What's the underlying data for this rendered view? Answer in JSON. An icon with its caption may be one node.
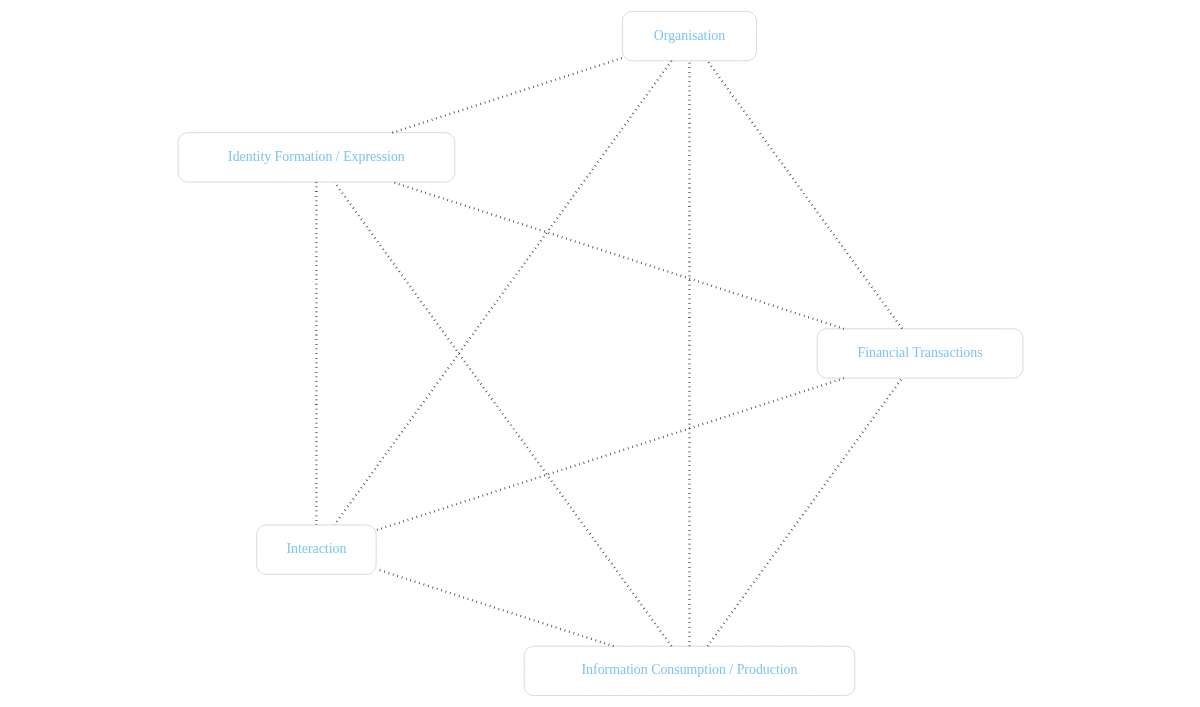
{
  "diagram": {
    "nodes": [
      {
        "text": [
          "Information Consumption / Production"
        ]
      },
      {
        "text": [
          "Financial Transactions"
        ]
      },
      {
        "text": [
          "Identity Formation / Expression"
        ]
      },
      {
        "text": [
          "Organisation"
        ]
      },
      {
        "text": [
          "Interaction"
        ]
      }
    ],
    "edges": [
      {
        "from": 0,
        "to": 1,
        "arrow": "none"
      },
      {
        "from": 0,
        "to": 3,
        "arrow": "none"
      },
      {
        "from": 0,
        "to": 4,
        "arrow": "none"
      },
      {
        "from": 0,
        "to": 2,
        "arrow": "none"
      },
      {
        "from": 1,
        "to": 2,
        "arrow": "none"
      },
      {
        "from": 1,
        "to": 3,
        "arrow": "none"
      },
      {
        "from": 1,
        "to": 4,
        "arrow": "none"
      },
      {
        "from": 2,
        "to": 3,
        "arrow": "none"
      },
      {
        "from": 2,
        "to": 4,
        "arrow": "none"
      },
      {
        "from": 3,
        "to": 4,
        "arrow": "none"
      }
    ]
  }
}
